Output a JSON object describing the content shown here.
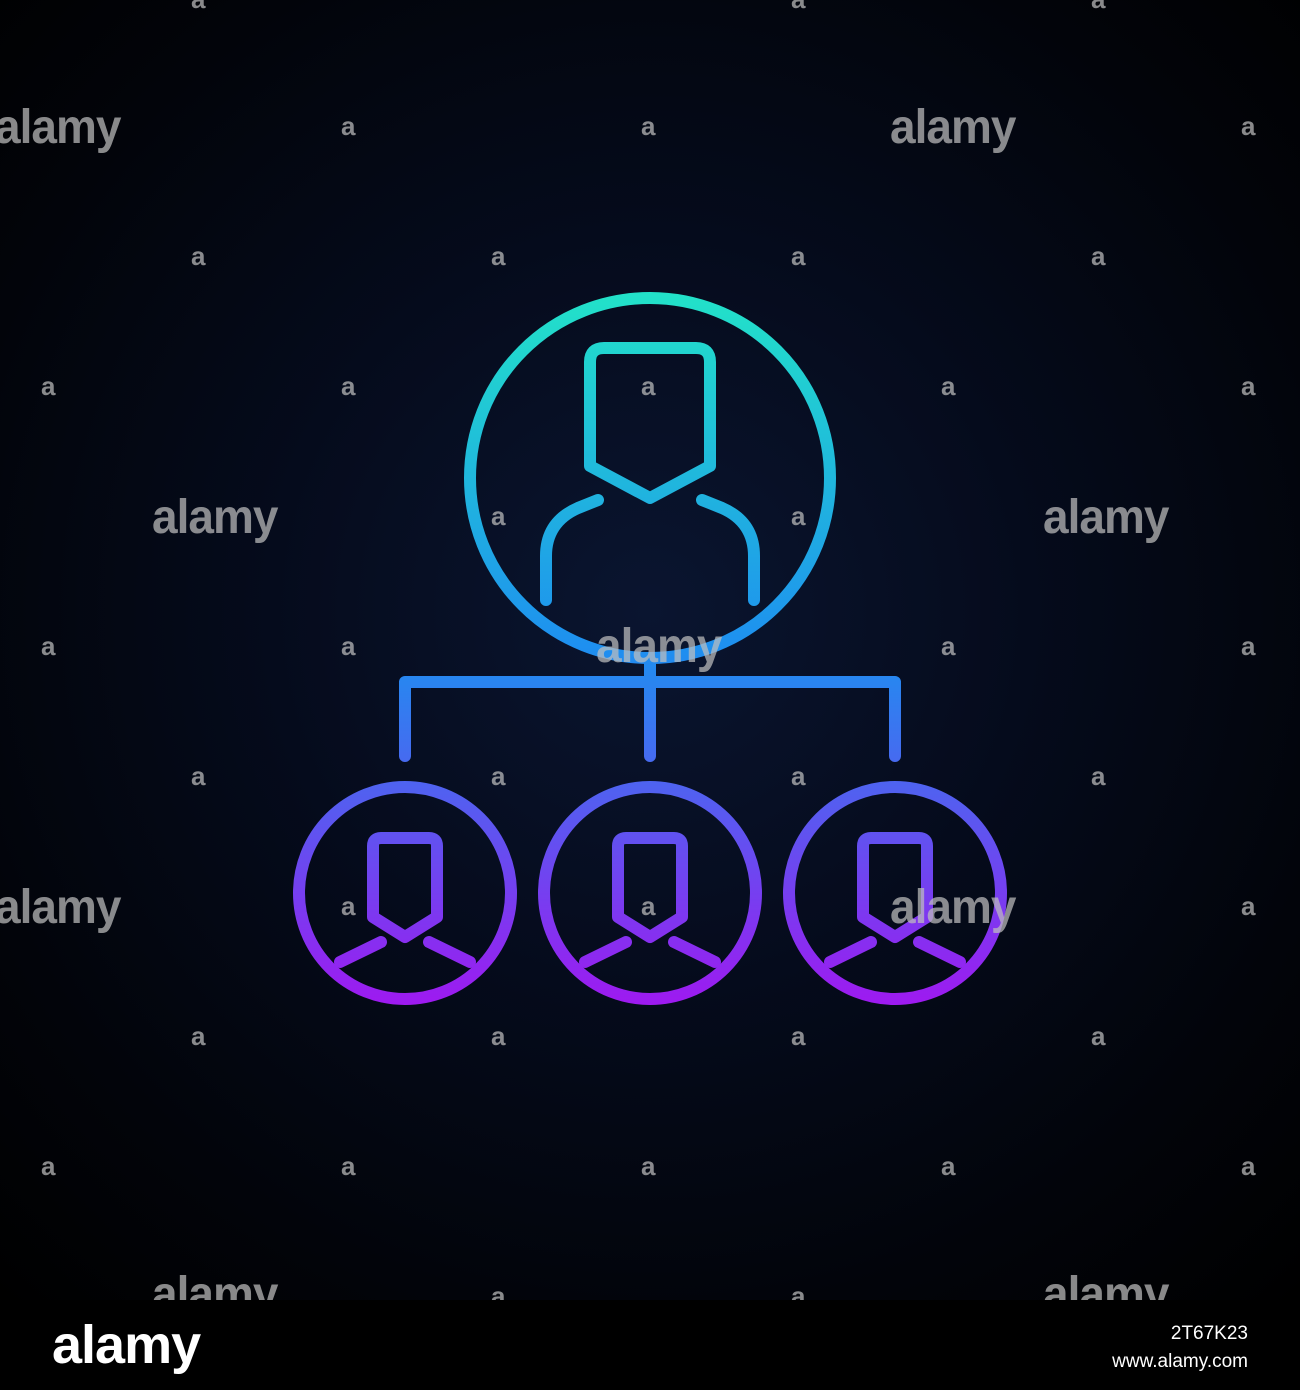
{
  "watermark": {
    "text": "alamy",
    "mark": "a"
  },
  "icon": {
    "name": "hierarchy-people-icon",
    "gradient_top": "#22e3c8",
    "gradient_mid": "#1e8ff0",
    "gradient_bottom": "#a018f0"
  },
  "footer": {
    "brand": "alamy",
    "image_id": "2T67K23",
    "url": "www.alamy.com"
  }
}
